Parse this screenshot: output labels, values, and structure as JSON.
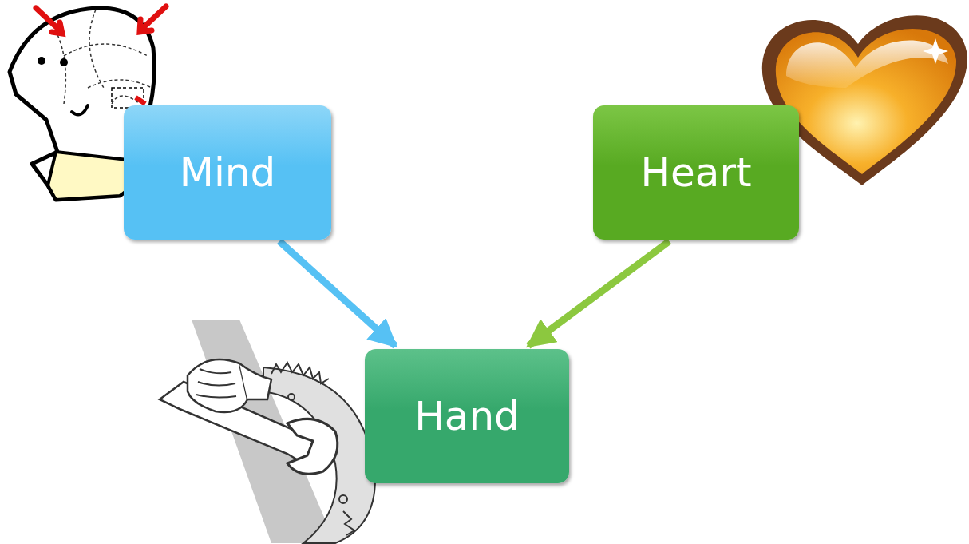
{
  "diagram": {
    "nodes": [
      {
        "text": [
          "Mind"
        ]
      },
      {
        "text": [
          "Heart"
        ]
      },
      {
        "text": [
          "Hand"
        ]
      }
    ],
    "edges": [
      {
        "from": 0,
        "to": 2,
        "arrow": "to"
      },
      {
        "from": 1,
        "to": 2,
        "arrow": "to"
      }
    ]
  }
}
